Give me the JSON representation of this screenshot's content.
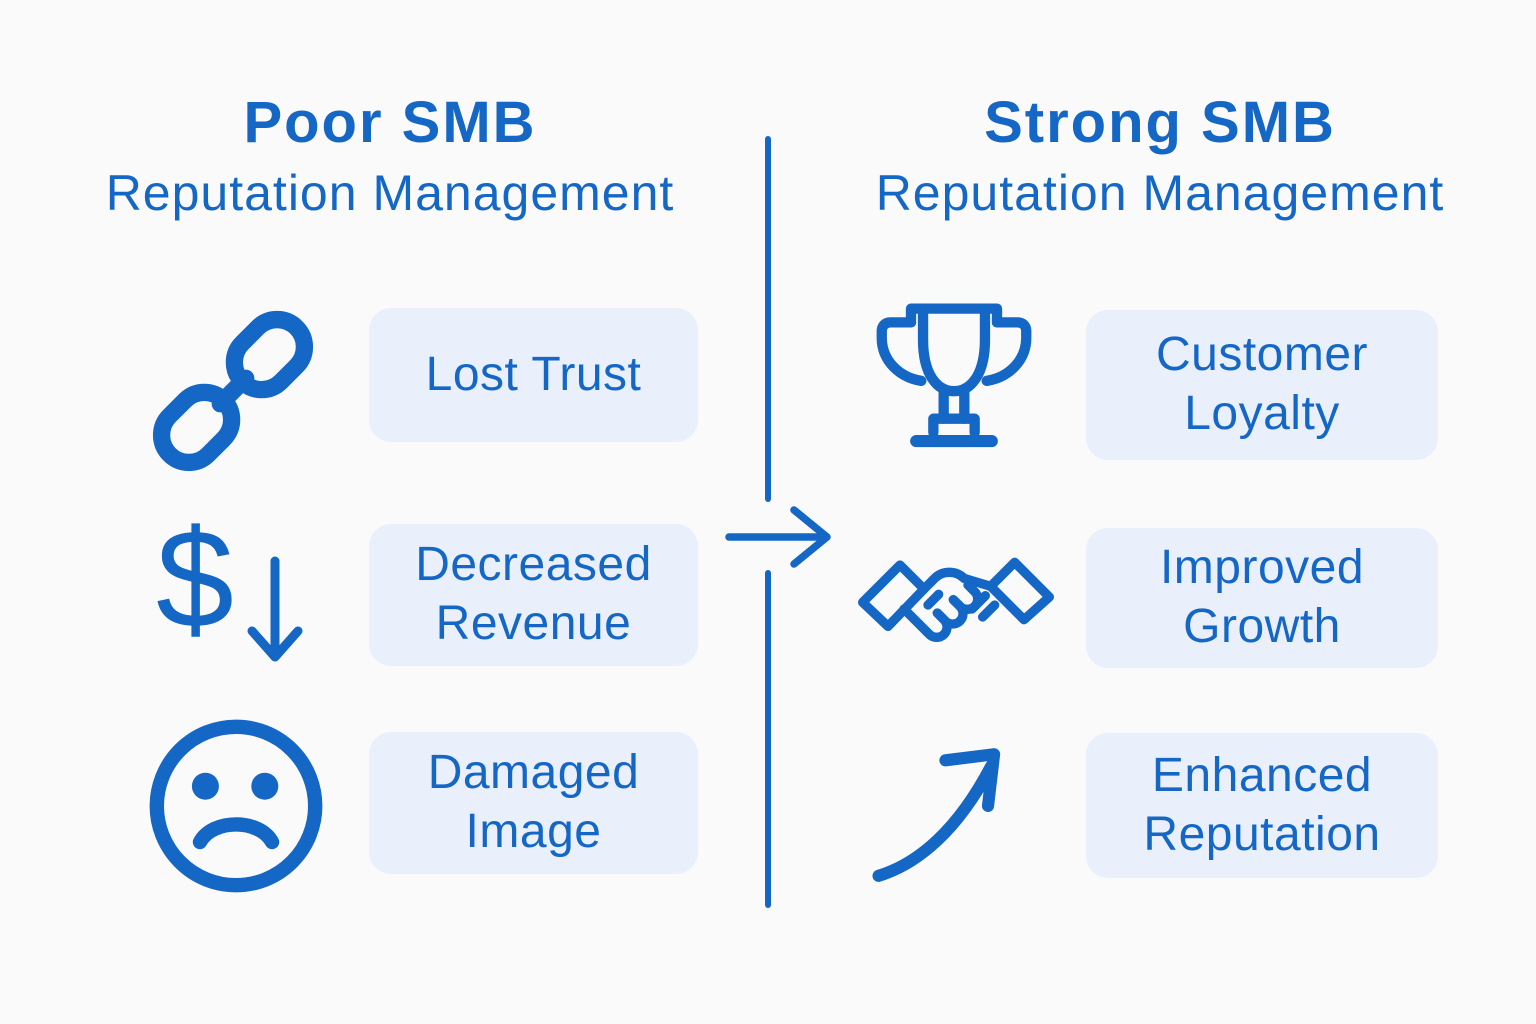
{
  "theme": {
    "page_bg": "#FAFAFB",
    "accent": "#1567C6",
    "box_bg": "#E9EFFB",
    "divider_color": "#1567C6"
  },
  "left_column": {
    "title_line1": "Poor SMB",
    "title_line2": "Reputation Management",
    "items": [
      {
        "icon": "broken-chain-icon",
        "label": "Lost Trust"
      },
      {
        "icon": "dollar-decline-icon",
        "label": "Decreased Revenue"
      },
      {
        "icon": "sad-face-icon",
        "label": "Damaged Image"
      }
    ]
  },
  "right_column": {
    "title_line1": "Strong SMB",
    "title_line2": "Reputation Management",
    "items": [
      {
        "icon": "trophy-icon",
        "label": "Customer Loyalty"
      },
      {
        "icon": "handshake-icon",
        "label": "Improved Growth"
      },
      {
        "icon": "growth-arrow-icon",
        "label": "Enhanced Reputation"
      }
    ]
  },
  "divider": {
    "icon": "right-arrow-icon"
  },
  "dollar_glyph": "$"
}
